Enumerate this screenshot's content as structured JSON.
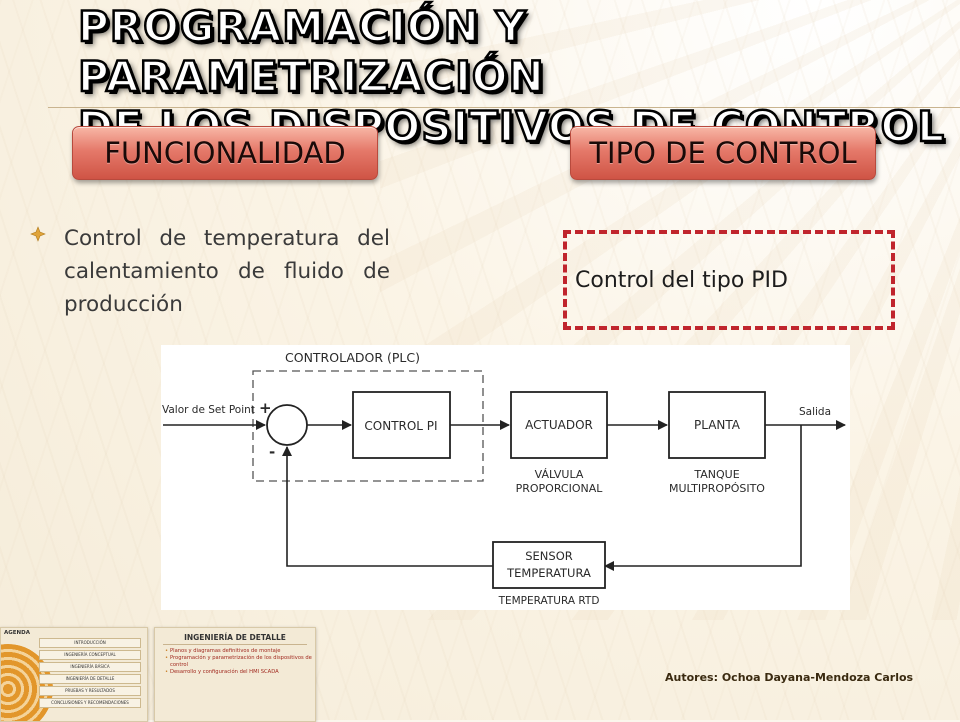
{
  "slide": {
    "title_line1": "Programación y parametrización",
    "title_line2": "de los dispositivos de control",
    "badge_left": "FUNCIONALIDAD",
    "badge_right": "TIPO DE CONTROL",
    "bullet_text": "Control de temperatura del calentamiento de fluido de producción",
    "bullet_icon": "diamond-bullet-icon",
    "pid_text": "Control del tipo PID",
    "authors": "Autores: Ochoa Dayana-Mendoza Carlos"
  },
  "diagram": {
    "controller_label": "CONTROLADOR (PLC)",
    "input_label": "Valor de Set Point",
    "plus_sign": "+",
    "minus_sign": "-",
    "control_block": "CONTROL PI",
    "actuator_block": "ACTUADOR",
    "actuator_caption_1": "VÁLVULA",
    "actuator_caption_2": "PROPORCIONAL",
    "plant_block": "PLANTA",
    "plant_caption_1": "TANQUE",
    "plant_caption_2": "MULTIPROPÓSITO",
    "output_label": "Salida",
    "sensor_block_1": "SENSOR",
    "sensor_block_2": "TEMPERATURA",
    "sensor_caption": "TEMPERATURA RTD"
  },
  "thumbnails": {
    "agenda": {
      "title": "AGENDA",
      "items": [
        "INTRODUCCIÓN",
        "INGENIERÍA CONCEPTUAL",
        "INGENIERÍA BÁSICA",
        "INGENIERÍA DE DETALLE",
        "PRUEBAS Y RESULTADOS",
        "CONCLUSIONES Y RECOMENDACIONES"
      ]
    },
    "detalle": {
      "title": "INGENIERÍA DE DETALLE",
      "items": [
        "Planos y diagramas definitivos de montaje",
        "Programación y parametrización de los dispositivos de control",
        "Desarrollo y configuración del HMI SCADA"
      ]
    }
  },
  "colors": {
    "accent_red": "#c0252d",
    "badge_pink": "#e5796a",
    "background": "#fbf6ec"
  }
}
